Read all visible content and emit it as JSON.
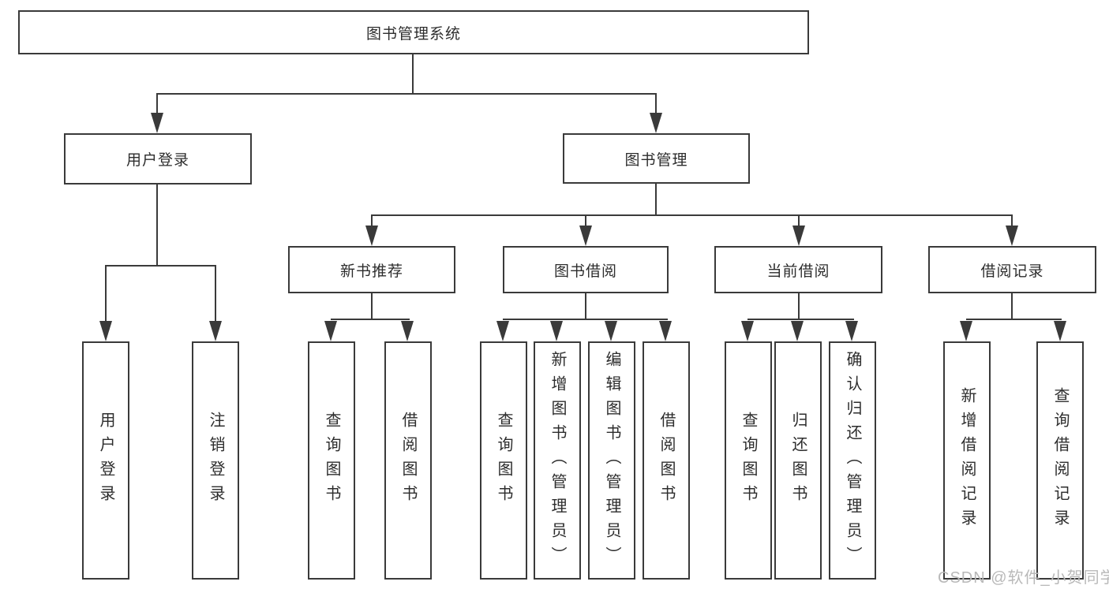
{
  "tree": {
    "root": {
      "label": "图书管理系统"
    },
    "user_branch": {
      "label": "用户登录",
      "children": [
        {
          "label": "用户登录"
        },
        {
          "label": "注销登录"
        }
      ]
    },
    "book_branch": {
      "label": "图书管理",
      "sections": [
        {
          "label": "新书推荐",
          "children": [
            {
              "label": "查询图书"
            },
            {
              "label": "借阅图书"
            }
          ]
        },
        {
          "label": "图书借阅",
          "children": [
            {
              "label": "查询图书"
            },
            {
              "label": "新增图书（管理员）"
            },
            {
              "label": "编辑图书（管理员）"
            },
            {
              "label": "借阅图书"
            }
          ]
        },
        {
          "label": "当前借阅",
          "children": [
            {
              "label": "查询图书"
            },
            {
              "label": "归还图书"
            },
            {
              "label": "确认归还（管理员）"
            }
          ]
        },
        {
          "label": "借阅记录",
          "children": [
            {
              "label": "新增借阅记录"
            },
            {
              "label": "查询借阅记录"
            }
          ]
        }
      ]
    }
  },
  "watermark": {
    "text": "CSDN @软件_小贺同学"
  },
  "colors": {
    "line": "#3a3a3a",
    "box_fill": "#ffffff",
    "text": "#2d2d2d",
    "watermark": "#b9b9b9"
  }
}
